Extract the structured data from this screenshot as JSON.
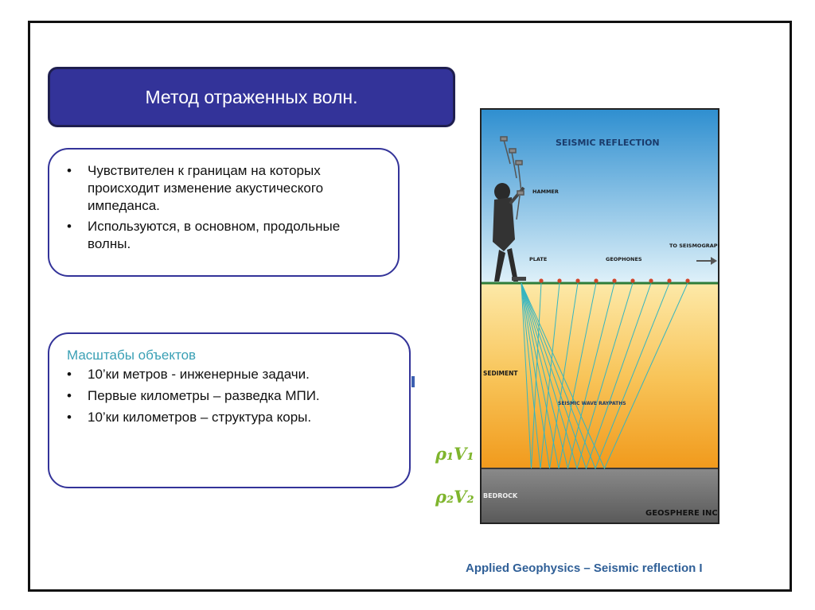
{
  "title": "Метод отраженных волн.",
  "box1": {
    "bullet_symbol": "•",
    "items": [
      "Чувствителен к границам на которых происходит изменение акустического импеданса.",
      "Используются, в основном, продольные волны."
    ]
  },
  "box2": {
    "heading": "Масштабы объектов",
    "items": [
      "10’ки метров - инженерные задачи.",
      "Первые километры – разведка МПИ.",
      "10’ки километров – структура коры."
    ]
  },
  "rho": {
    "layer1": "ρ₁V₁",
    "layer2": "ρ₂V₂"
  },
  "figure": {
    "title": "SEISMIC REFLECTION",
    "hammer": "HAMMER",
    "plate": "PLATE",
    "geophones": "GEOPHONES",
    "to_seismograph": "TO SEISMOGRAPH",
    "sediment": "SEDIMENT",
    "raypaths": "SEISMIC WAVE RAYPATHS",
    "bedrock": "BEDROCK",
    "company": "GEOSPHERE INC",
    "colors": {
      "sky_top": "#2f8fd0",
      "sky_bottom": "#d9eef8",
      "sediment_top": "#fde7a0",
      "sediment_bottom": "#f2a020",
      "bedrock": "#6b6b6b",
      "rays": "#35b5c0",
      "ground": "#2e7d3a"
    }
  },
  "footer": "Applied Geophysics – Seismic reflection I"
}
